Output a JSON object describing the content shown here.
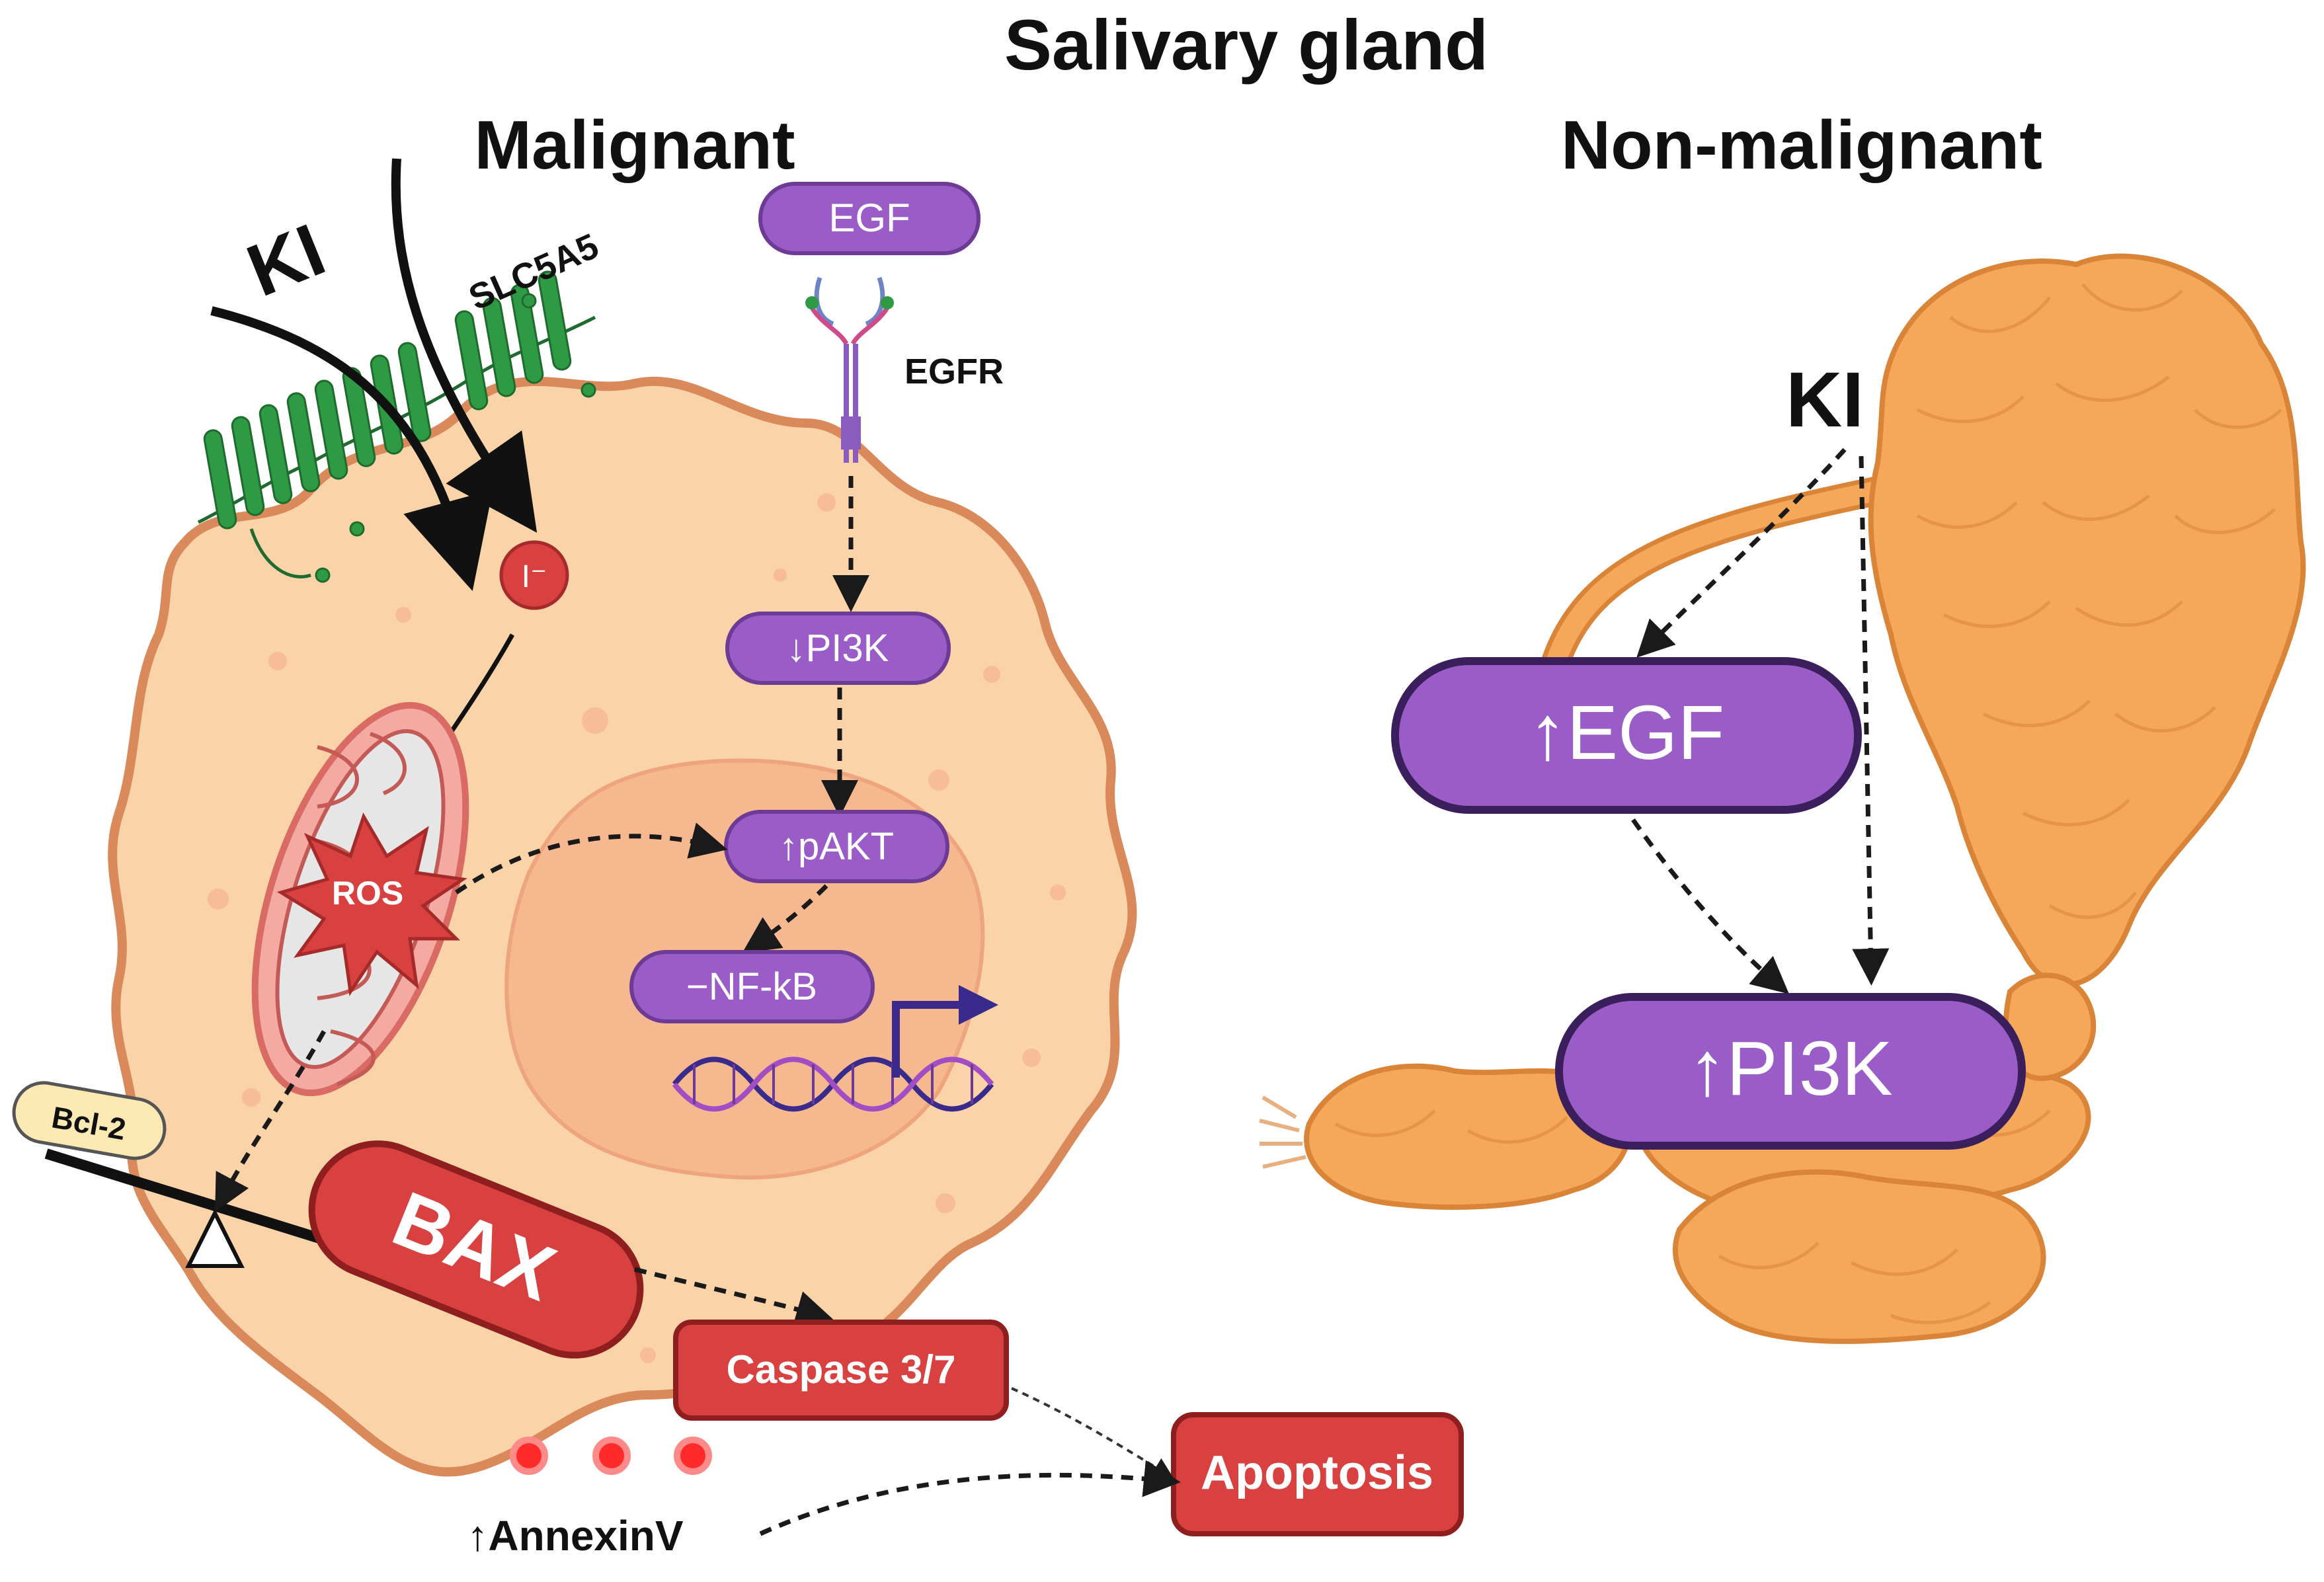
{
  "title": "Salivary gland",
  "panels": {
    "malignant": {
      "heading": "Malignant"
    },
    "non_malignant": {
      "heading": "Non-malignant"
    }
  },
  "malignant_labels": {
    "ki": "KI",
    "transporter": "SLC5A5",
    "egf": "EGF",
    "egfr": "EGFR",
    "iodide": "I⁻",
    "pi3k": "↓PI3K",
    "pakt": "↑pAKT",
    "nfkb": "−NF-kB",
    "ros": "ROS",
    "bcl2": "Bcl-2",
    "bax": "BAX",
    "caspase": "Caspase 3/7",
    "apoptosis": "Apoptosis",
    "annexin": "↑AnnexinV"
  },
  "non_malignant_labels": {
    "ki": "KI",
    "egf": "↑EGF",
    "pi3k": "↑PI3K"
  },
  "colors": {
    "cell_fill": "#fbd3a8",
    "cell_border": "#d9895a",
    "nucleus": "#f6b78e",
    "purple": "#9a5cc6",
    "red": "#d94040",
    "gland": "#f5a85a",
    "transporter": "#2e9a44"
  }
}
